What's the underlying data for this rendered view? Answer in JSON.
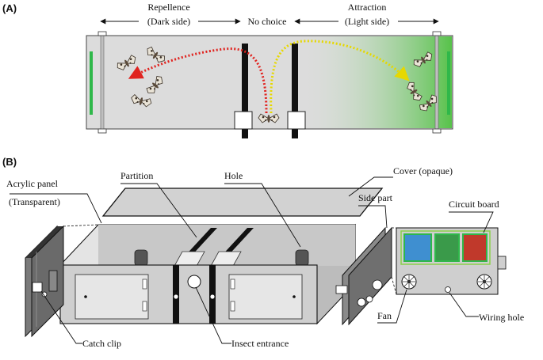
{
  "panel_a": {
    "label": "(A)",
    "repellence": "Repellence",
    "dark_side": "(Dark side)",
    "no_choice": "No choice",
    "attraction": "Attraction",
    "light_side": "(Light side)"
  },
  "panel_b": {
    "label": "(B)",
    "acrylic_panel": "Acrylic panel",
    "transparent": "(Transparent)",
    "partition": "Partition",
    "hole": "Hole",
    "cover": "Cover (opaque)",
    "side_part": "Side part",
    "circuit_board": "Circuit board",
    "catch_clip": "Catch clip",
    "insect_entrance": "Insect entrance",
    "fan": "Fan",
    "wiring_hole": "Wiring hole"
  },
  "colors": {
    "red_path": "#e0231f",
    "yellow_path": "#e6d800",
    "green_light": "#3fbf3f",
    "box_grey": "#d6d6d6"
  }
}
